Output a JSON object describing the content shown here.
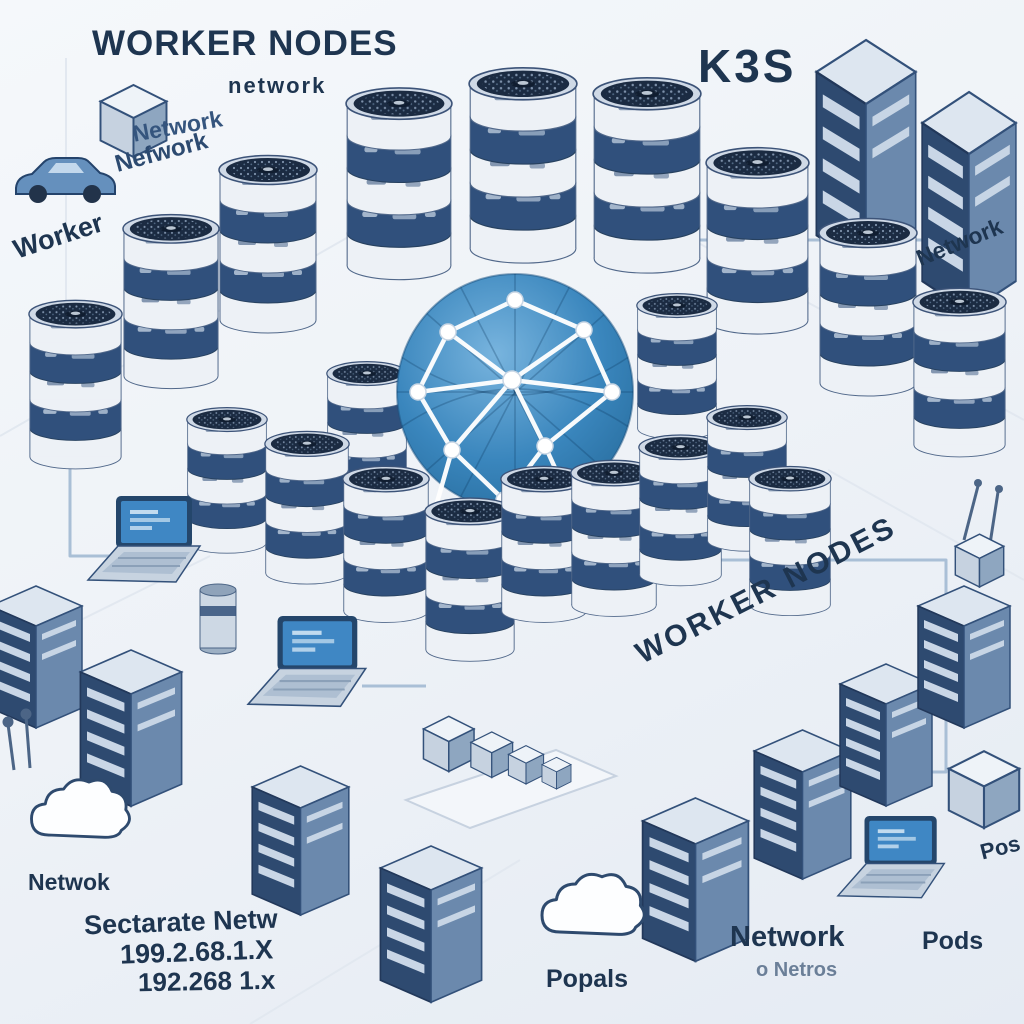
{
  "labels": {
    "title_top": "WORKER NODES",
    "subtitle_top": "network",
    "scribble_a": "Network",
    "scribble_b": "Nefwork",
    "worker_side": "Worker",
    "k3s": "K3S",
    "network_right": "Network",
    "worker_nodes_diagonal": "WORKER NODES",
    "network_bottom_left": "Netwok",
    "separate_network": "Sectarate Netw",
    "ip_line_1": "199.2.68.1.X",
    "ip_line_2": "192.268 1.x",
    "pods_center": "Popals",
    "network_bottom_right": "Network",
    "netros": "o Netros",
    "pods_right": "Pods",
    "pos_edge": "Pos"
  },
  "colors": {
    "ink": "#1e3550",
    "accent": "#2e7cb5",
    "connector": "#a9bfd6",
    "band_navy": "#30507c",
    "band_light": "#edf1f6",
    "background": "#eef2f7"
  }
}
